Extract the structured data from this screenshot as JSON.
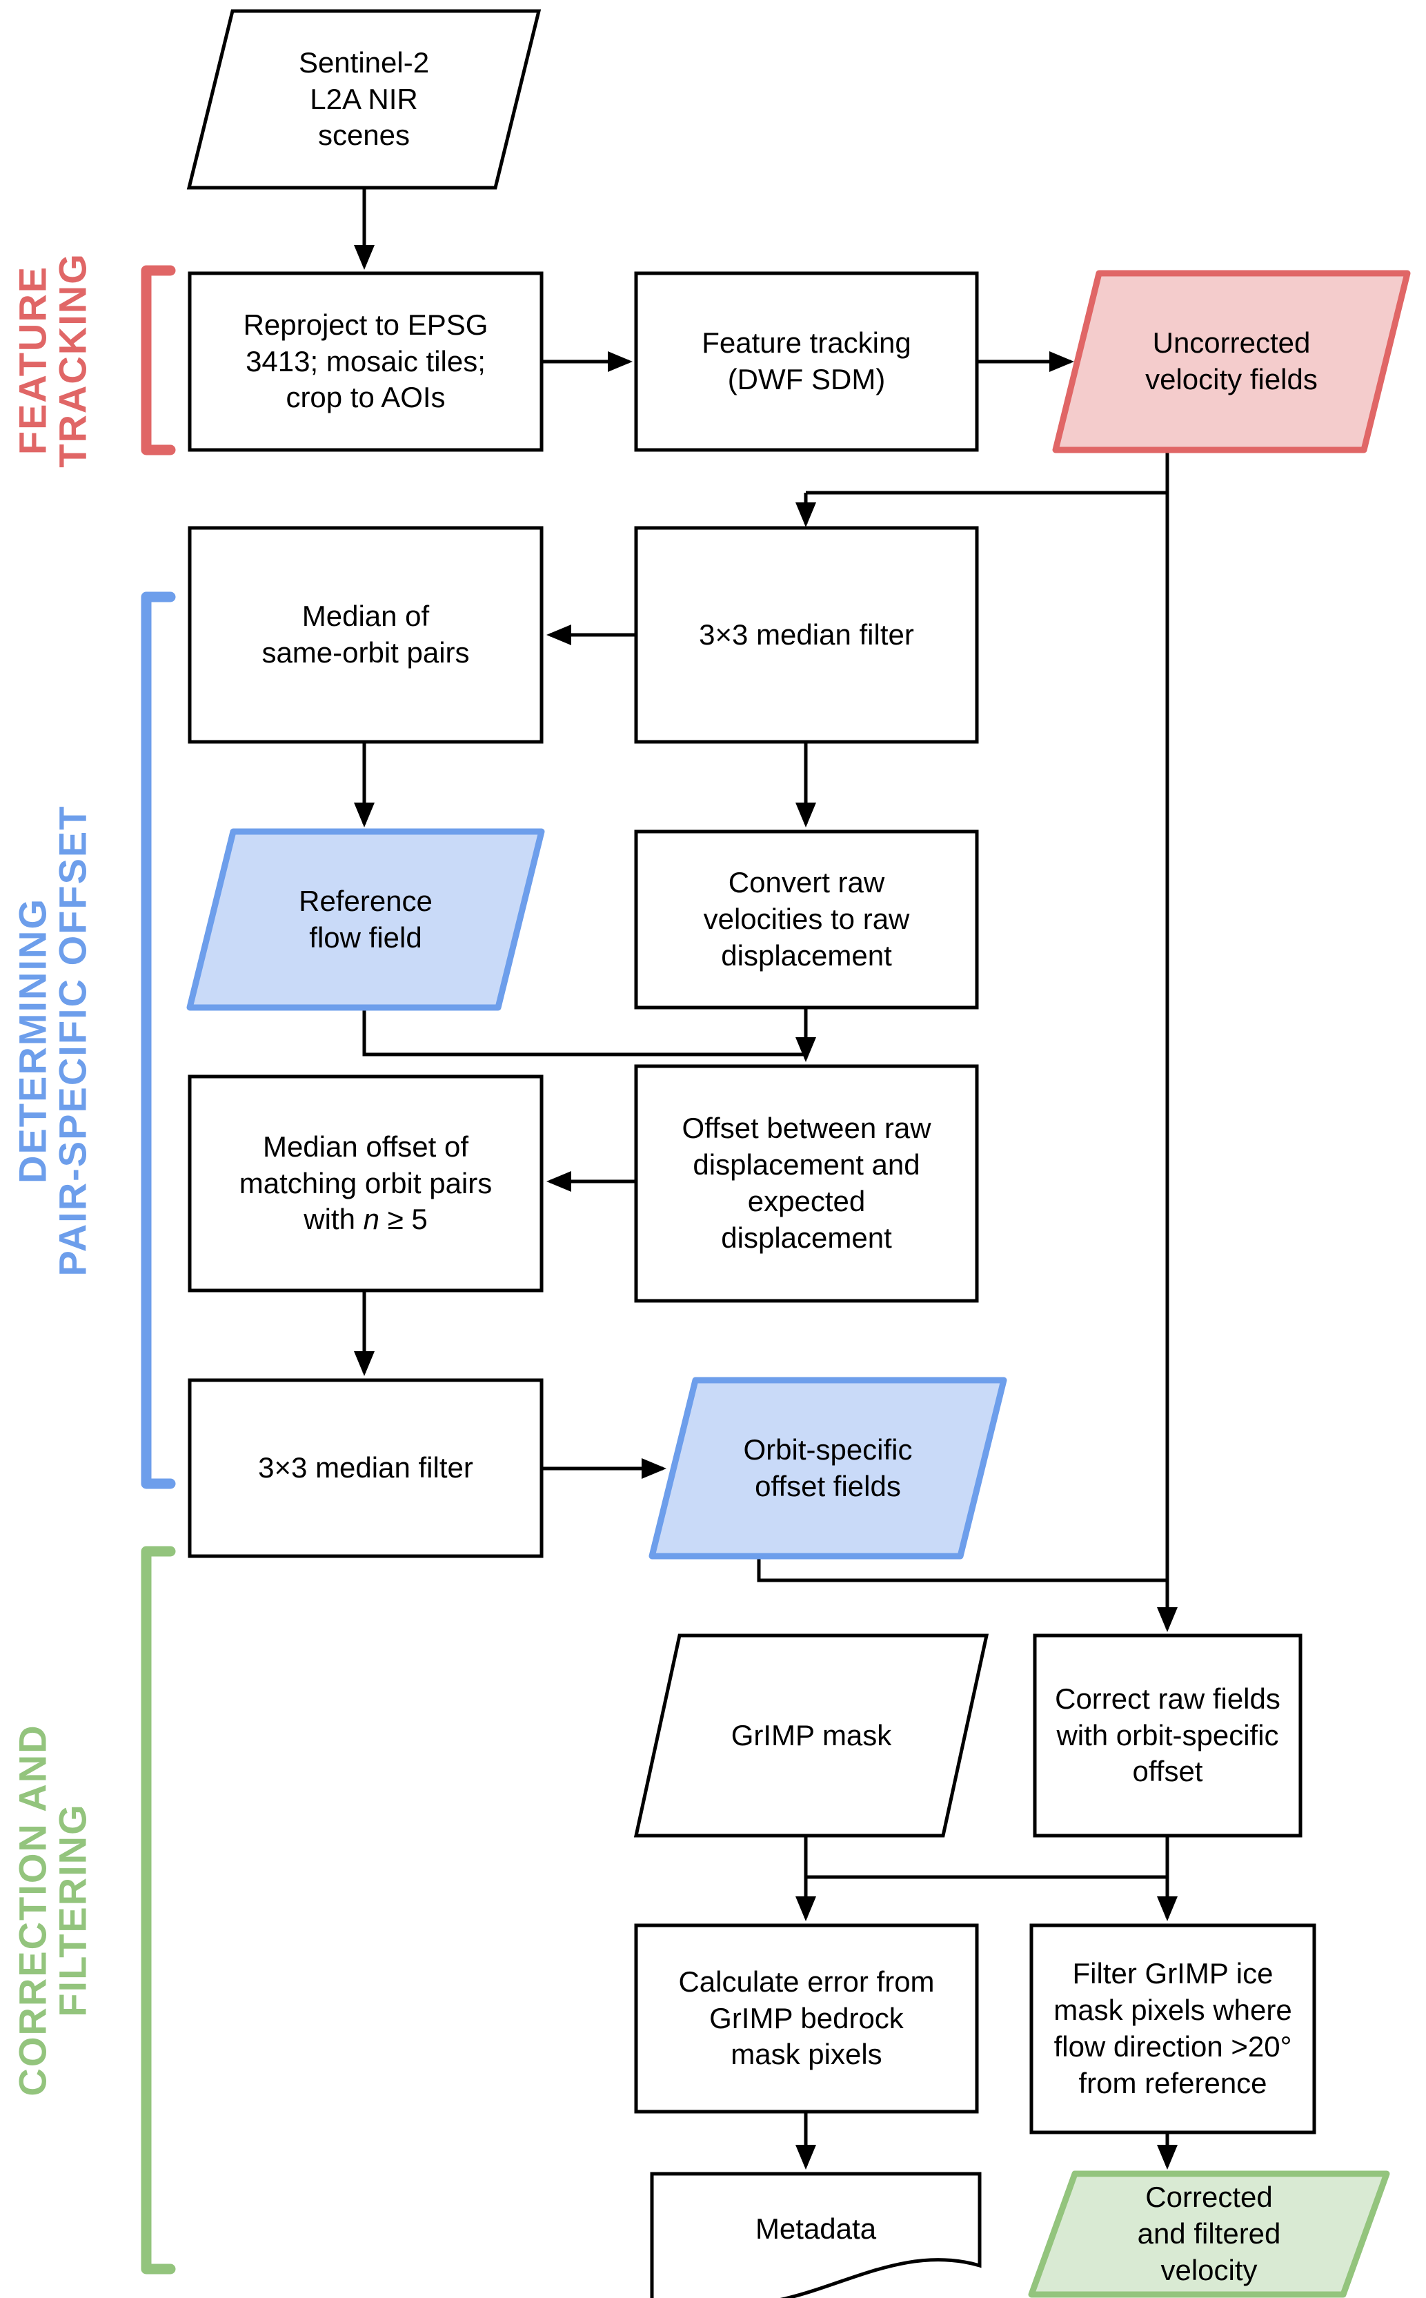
{
  "diagram": {
    "sections": {
      "feature_tracking": {
        "line1": "FEATURE",
        "line2": "TRACKING",
        "color": "#E06666"
      },
      "pair_offset": {
        "line1": "DETERMINING",
        "line2": "PAIR-SPECIFIC OFFSET",
        "color": "#6D9EEB"
      },
      "correction": {
        "line1": "CORRECTION AND",
        "line2": "FILTERING",
        "color": "#93C47D"
      }
    },
    "nodes": {
      "sentinel": {
        "label": "Sentinel-2\nL2A NIR\nscenes",
        "shape": "parallelogram",
        "fill": "#FFFFFF",
        "border": "#000000"
      },
      "reproject": {
        "label": "Reproject to EPSG\n3413; mosaic tiles;\ncrop to AOIs",
        "shape": "process"
      },
      "feature_tracking": {
        "label": "Feature tracking\n(DWF SDM)",
        "shape": "process"
      },
      "uncorrected": {
        "label": "Uncorrected\nvelocity fields",
        "shape": "parallelogram",
        "fill": "#F4CCCC",
        "border": "#E06666"
      },
      "median_same_orbit": {
        "label": "Median of\nsame-orbit pairs",
        "shape": "process"
      },
      "median_filter_1": {
        "label": "3×3 median filter",
        "shape": "process"
      },
      "reference_flow": {
        "label": "Reference\nflow field",
        "shape": "parallelogram",
        "fill": "#C9DAF8",
        "border": "#6D9EEB"
      },
      "convert": {
        "label": "Convert raw\nvelocities to raw\ndisplacement",
        "shape": "process"
      },
      "median_offset": {
        "lines": "Median offset of\nmatching orbit pairs",
        "formula": {
          "pre": "with ",
          "var": "n",
          "post": " ≥ 5"
        },
        "shape": "process"
      },
      "offset_between": {
        "label": "Offset between raw\ndisplacement and\nexpected\ndisplacement",
        "shape": "process"
      },
      "median_filter_2": {
        "label": "3×3 median filter",
        "shape": "process"
      },
      "orbit_offset": {
        "label": "Orbit-specific\noffset fields",
        "shape": "parallelogram",
        "fill": "#C9DAF8",
        "border": "#6D9EEB"
      },
      "grimp_mask": {
        "label": "GrIMP mask",
        "shape": "parallelogram",
        "fill": "#FFFFFF",
        "border": "#000000"
      },
      "correct_raw": {
        "label": "Correct raw fields\nwith orbit-specific\noffset",
        "shape": "process"
      },
      "calc_error": {
        "label": "Calculate error from\nGrIMP bedrock\nmask pixels",
        "shape": "process"
      },
      "filter_grimp": {
        "label": "Filter GrIMP ice\nmask pixels where\nflow direction >20°\nfrom reference",
        "shape": "process"
      },
      "metadata": {
        "label": "Metadata",
        "shape": "document",
        "fill": "#FFFFFF",
        "border": "#000000"
      },
      "corrected": {
        "label": "Corrected\nand filtered\nvelocity",
        "shape": "parallelogram",
        "fill": "#D9EAD3",
        "border": "#93C47D"
      }
    },
    "line_color": "#000000",
    "background": "#FFFFFF"
  }
}
